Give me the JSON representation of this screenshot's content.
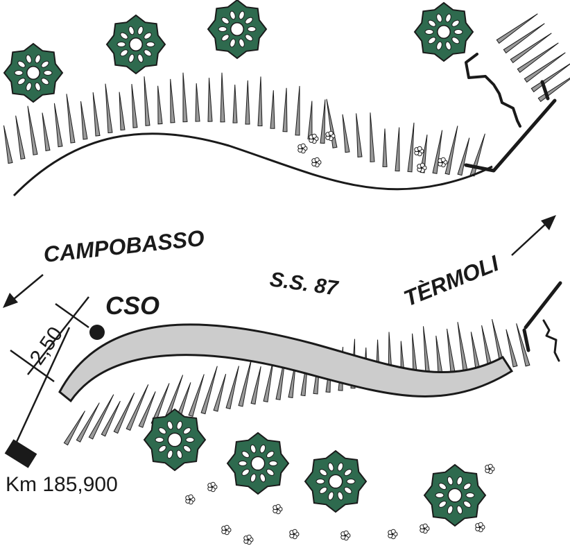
{
  "labels": {
    "campobasso": "CAMPOBASSO",
    "termoli": "TÈRMOLI",
    "road": "S.S. 87",
    "site": "CSO",
    "dimension": "2,50",
    "km": "Km 185,900"
  },
  "colors": {
    "ink": "#1a1a1a",
    "road_fill": "#cccccc",
    "grass": "#9a9a9a",
    "tree_leaf": "#2e6a4e",
    "background": "#ffffff"
  },
  "icons": {
    "tree": "tree-icon",
    "grass": "grass-tuft-icon",
    "flower": "flower-icon",
    "site": "site-marker-icon"
  }
}
